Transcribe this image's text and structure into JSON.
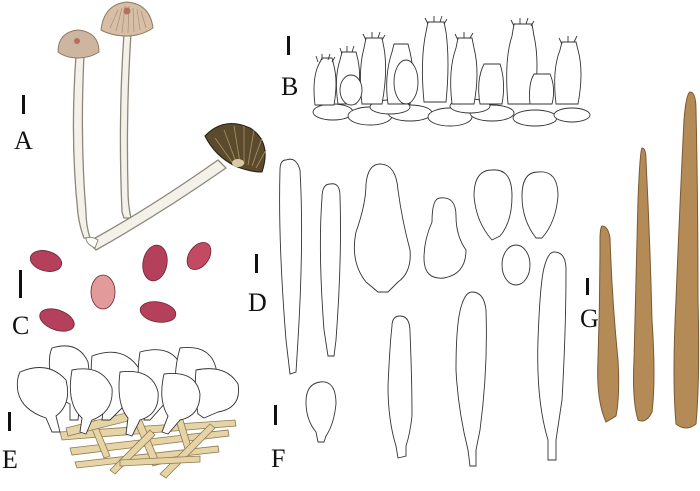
{
  "figure": {
    "panels": [
      {
        "id": "A",
        "label": "A",
        "content": "basidiomata"
      },
      {
        "id": "B",
        "label": "B",
        "content": "basidia"
      },
      {
        "id": "C",
        "label": "C",
        "content": "basidiospores"
      },
      {
        "id": "D",
        "label": "D",
        "content": "cheilocystidia"
      },
      {
        "id": "E",
        "label": "E",
        "content": "pileipellis"
      },
      {
        "id": "F",
        "label": "F",
        "content": "caulocystidia"
      },
      {
        "id": "G",
        "label": "G",
        "content": "setae"
      }
    ],
    "colors": {
      "cap_pale": "#cdb59f",
      "cap_dark": "#5b4a2e",
      "spore": "#b5405b",
      "spore_light": "#e39a9a",
      "hyphae": "#e7d4a6",
      "seta": "#b48a57",
      "outline": "#333333"
    }
  }
}
